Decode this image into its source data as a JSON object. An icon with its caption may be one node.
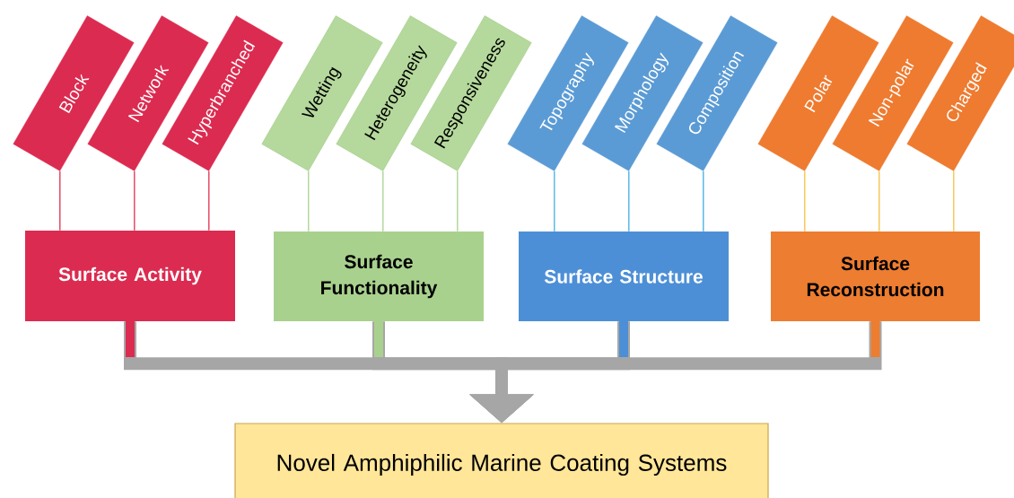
{
  "diagram": {
    "nodes": [
      {
        "text": [
          "Block"
        ]
      },
      {
        "text": [
          "Network"
        ]
      },
      {
        "text": [
          "Hyperbranched"
        ]
      },
      {
        "text": [
          "Wetting"
        ]
      },
      {
        "text": [
          "Heterogeneity"
        ]
      },
      {
        "text": [
          "Responsiveness"
        ]
      },
      {
        "text": [
          "Topography"
        ]
      },
      {
        "text": [
          "Morphology"
        ]
      },
      {
        "text": [
          "Composition"
        ]
      },
      {
        "text": [
          "Polar"
        ]
      },
      {
        "text": [
          "Non-polar"
        ]
      },
      {
        "text": [
          "Charged"
        ]
      },
      {
        "text": [
          "Surface Activity"
        ]
      },
      {
        "text": [
          "Surface Functionality"
        ]
      },
      {
        "text": [
          "Surface Structure"
        ]
      },
      {
        "text": [
          "Surface Reconstruction"
        ]
      },
      {
        "text": [
          "Novel Amphiphilic Marine Coating Systems"
        ]
      }
    ],
    "edges": [
      {
        "from": 0,
        "to": 12,
        "arrow": "none",
        "color": "#e0304f"
      },
      {
        "from": 1,
        "to": 12,
        "arrow": "none",
        "color": "#e0304f"
      },
      {
        "from": 2,
        "to": 12,
        "arrow": "none",
        "color": "#e0304f"
      },
      {
        "from": 3,
        "to": 13,
        "arrow": "none",
        "color": "#a9d18e"
      },
      {
        "from": 4,
        "to": 13,
        "arrow": "none",
        "color": "#a9d18e"
      },
      {
        "from": 5,
        "to": 13,
        "arrow": "none",
        "color": "#a9d18e"
      },
      {
        "from": 6,
        "to": 14,
        "arrow": "none",
        "color": "#3fb0e0"
      },
      {
        "from": 7,
        "to": 14,
        "arrow": "none",
        "color": "#3fb0e0"
      },
      {
        "from": 8,
        "to": 14,
        "arrow": "none",
        "color": "#3fb0e0"
      },
      {
        "from": 9,
        "to": 15,
        "arrow": "none",
        "color": "#f5c242"
      },
      {
        "from": 10,
        "to": 15,
        "arrow": "none",
        "color": "#f5c242"
      },
      {
        "from": 11,
        "to": 15,
        "arrow": "none",
        "color": "#f5c242"
      },
      {
        "from": 12,
        "to": 16,
        "arrow": "to",
        "style": "thick",
        "color": "#a6a6a6"
      },
      {
        "from": 13,
        "to": 16,
        "arrow": "to",
        "style": "thick",
        "color": "#a6a6a6"
      },
      {
        "from": 14,
        "to": 16,
        "arrow": "to",
        "style": "thick",
        "color": "#a6a6a6"
      },
      {
        "from": 15,
        "to": 16,
        "arrow": "to",
        "style": "thick",
        "color": "#a6a6a6"
      }
    ]
  }
}
